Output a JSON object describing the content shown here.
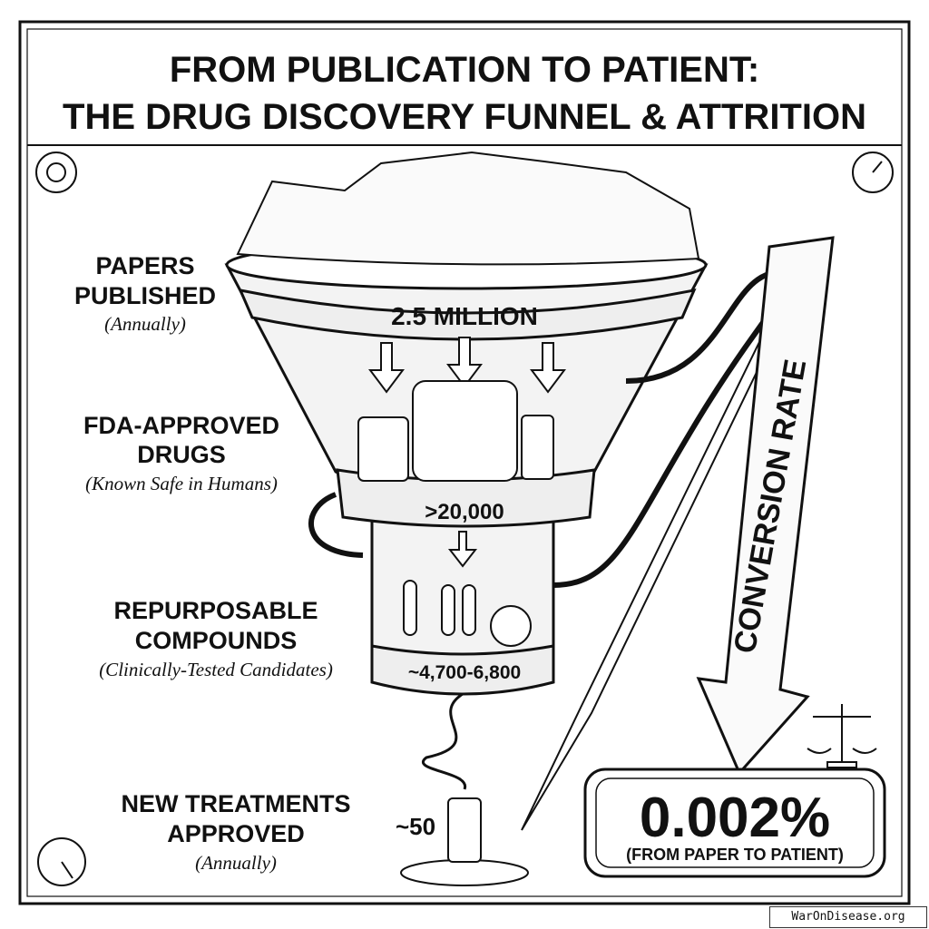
{
  "title": {
    "line1": "FROM PUBLICATION TO PATIENT:",
    "line2": "THE DRUG DISCOVERY FUNNEL & ATTRITION"
  },
  "stages": [
    {
      "label_line1": "PAPERS",
      "label_line2": "PUBLISHED",
      "note": "(Annually)",
      "value": "2.5 MILLION"
    },
    {
      "label_line1": "FDA-APPROVED",
      "label_line2": "DRUGS",
      "note": "(Known Safe in Humans)",
      "value": ">20,000"
    },
    {
      "label_line1": "REPURPOSABLE",
      "label_line2": "COMPOUNDS",
      "note": "(Clinically-Tested Candidates)",
      "value": "~4,700-6,800"
    },
    {
      "label_line1": "NEW TREATMENTS",
      "label_line2": "APPROVED",
      "note": "(Annually)",
      "value": "~50"
    }
  ],
  "conversion": {
    "ribbon_label": "CONVERSION RATE",
    "value": "0.002%",
    "caption": "(FROM PAPER TO PATIENT)"
  },
  "watermark": "WarOnDisease.org"
}
